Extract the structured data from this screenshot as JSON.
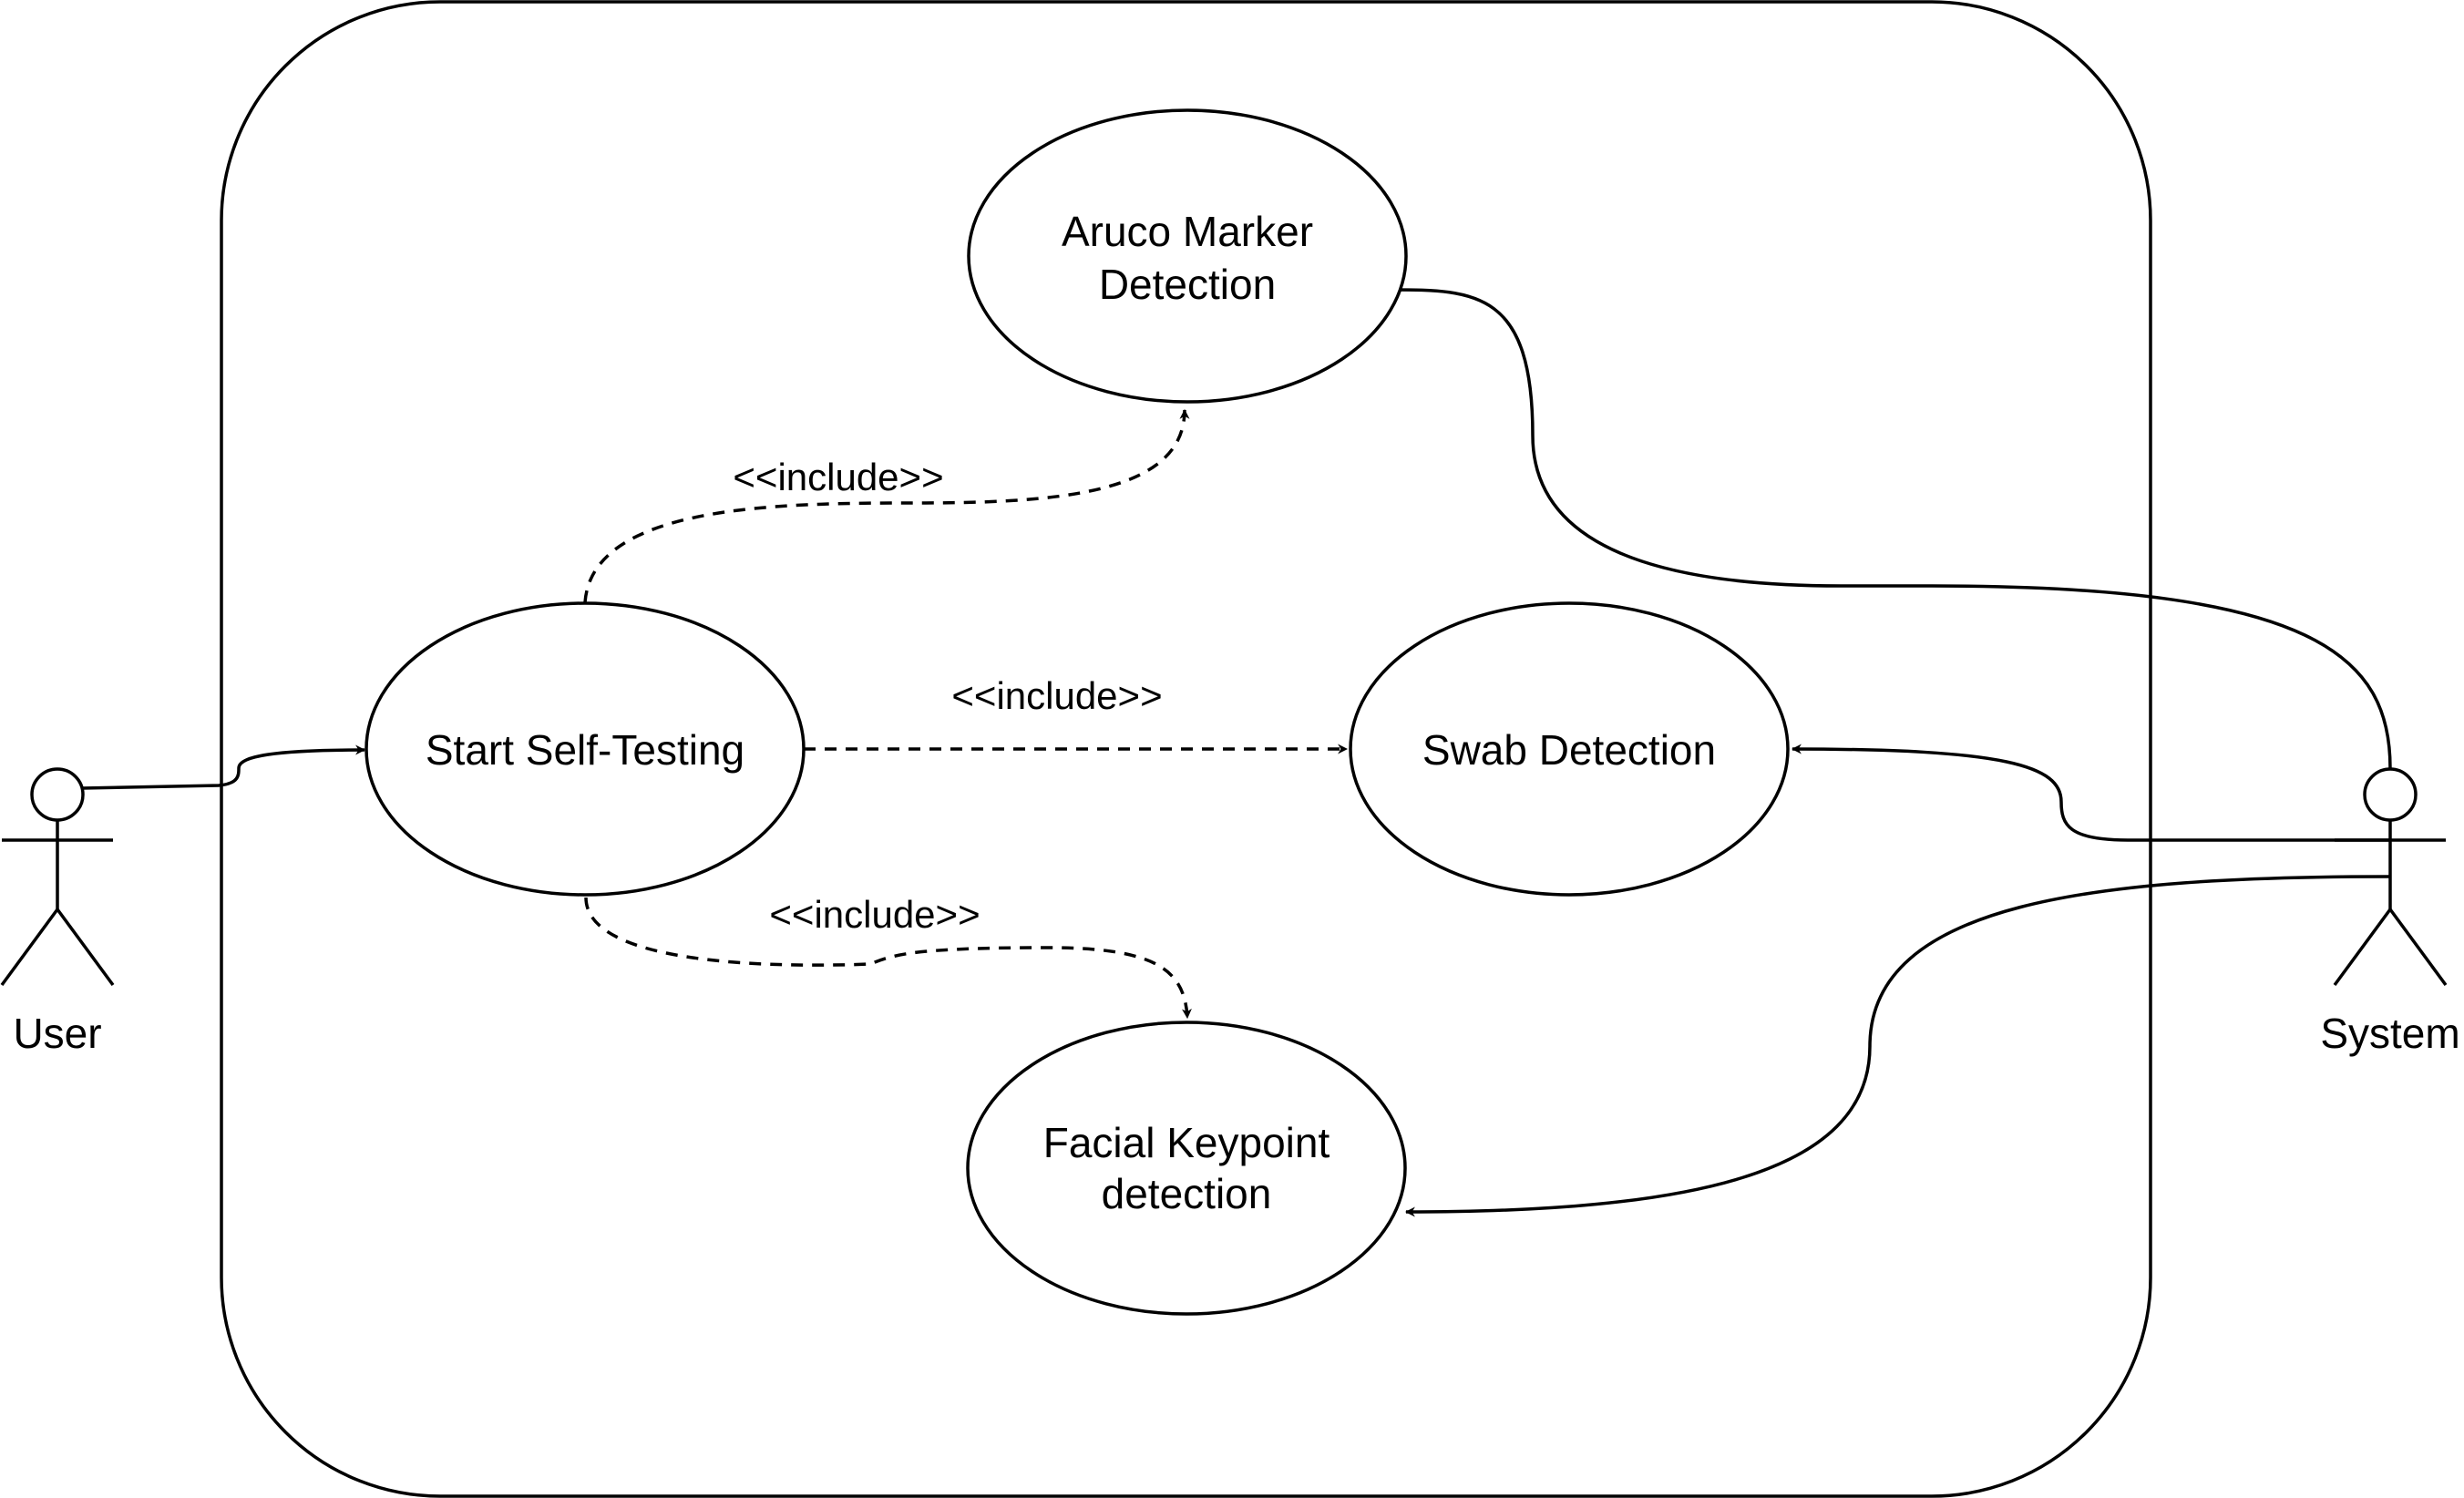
{
  "colors": {
    "line": "#000000",
    "background": "#ffffff"
  },
  "actors": {
    "user": {
      "label": "User"
    },
    "system": {
      "label": "System"
    }
  },
  "use_cases": {
    "aruco": {
      "line1": "Aruco Marker",
      "line2": "Detection"
    },
    "start": {
      "label": "Start Self-Testing"
    },
    "swab": {
      "label": "Swab Detection"
    },
    "facial": {
      "line1": "Facial Keypoint",
      "line2": "detection"
    }
  },
  "relations": {
    "include_aruco": "<<include>>",
    "include_swab": "<<include>>",
    "include_facial": "<<include>>"
  }
}
